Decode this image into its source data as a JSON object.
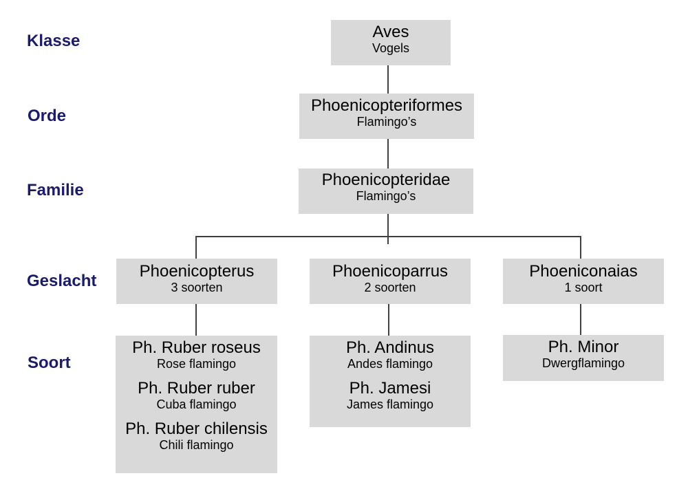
{
  "ranks": {
    "klasse": "Klasse",
    "orde": "Orde",
    "familie": "Familie",
    "geslacht": "Geslacht",
    "soort": "Soort"
  },
  "class": {
    "name": "Aves",
    "common": "Vogels"
  },
  "order": {
    "name": "Phoenicopteriformes",
    "common": "Flamingo’s"
  },
  "family": {
    "name": "Phoenicopteridae",
    "common": "Flamingo’s"
  },
  "genera": [
    {
      "name": "Phoenicopterus",
      "count": "3 soorten",
      "species": [
        {
          "name": "Ph. Ruber roseus",
          "common": "Rose flamingo"
        },
        {
          "name": "Ph. Ruber ruber",
          "common": "Cuba flamingo"
        },
        {
          "name": "Ph. Ruber chilensis",
          "common": "Chili flamingo"
        }
      ]
    },
    {
      "name": "Phoenicoparrus",
      "count": "2 soorten",
      "species": [
        {
          "name": "Ph. Andinus",
          "common": "Andes flamingo"
        },
        {
          "name": "Ph. Jamesi",
          "common": "James flamingo"
        }
      ]
    },
    {
      "name": "Phoeniconaias",
      "count": "1 soort",
      "species": [
        {
          "name": "Ph. Minor",
          "common": "Dwergflamingo"
        }
      ]
    }
  ]
}
